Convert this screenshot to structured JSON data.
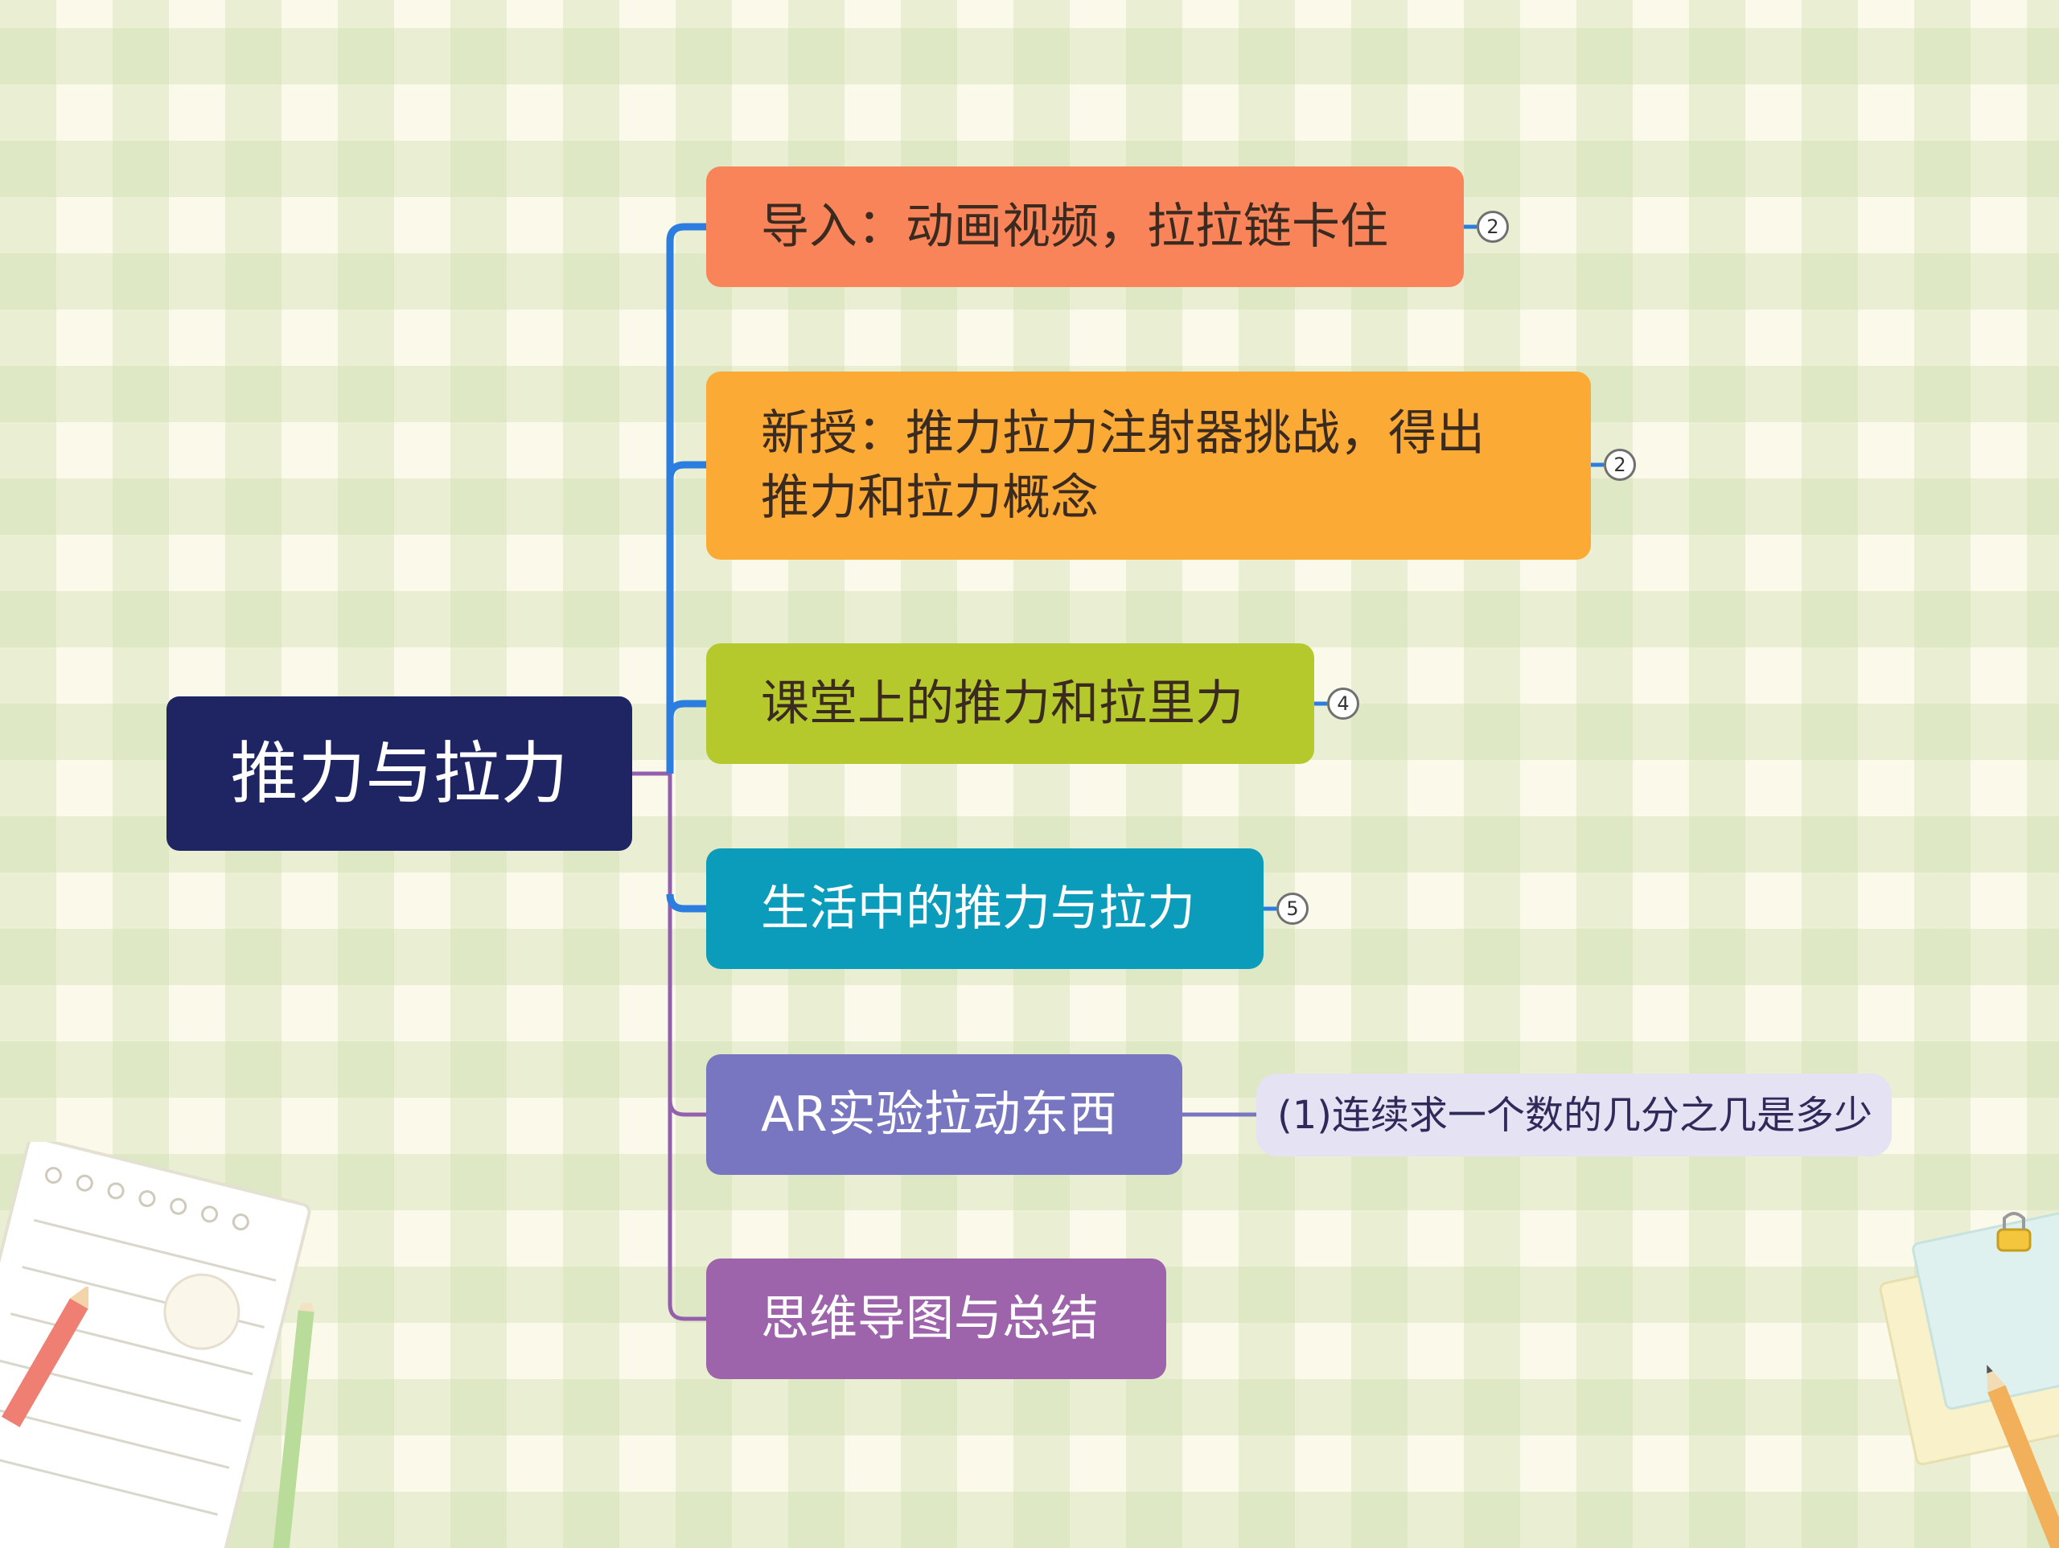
{
  "root": {
    "label": "推力与拉力",
    "color": "#1f2463"
  },
  "branches": [
    {
      "label": "导入：动画视频，拉拉链卡住",
      "color": "#f9845a",
      "count": "2"
    },
    {
      "label": "新授：推力拉力注射器挑战，得出推力和拉力概念",
      "line1": "新授：推力拉力注射器挑战，得出",
      "line2": "推力和拉力概念",
      "color": "#fbaa36",
      "count": "2"
    },
    {
      "label": "课堂上的推力和拉里力",
      "color": "#b5c92c",
      "count": "4"
    },
    {
      "label": "生活中的推力与拉力",
      "color": "#0b9cbc",
      "count": "5"
    },
    {
      "label": "AR实验拉动东西",
      "color": "#7876c0",
      "children": [
        {
          "label": "(1)连续求一个数的几分之几是多少"
        }
      ]
    },
    {
      "label": "思维导图与总结",
      "color": "#9d63ab"
    }
  ],
  "connector_colors": {
    "upper": "#2b7ee0",
    "lower": "#9460ad"
  },
  "icons": {
    "count_badge": "circled-number-badge",
    "notebook": "notebook-icon",
    "pencil": "pencil-icon",
    "sticky_note": "sticky-note-icon",
    "paperclip": "paperclip-icon"
  }
}
